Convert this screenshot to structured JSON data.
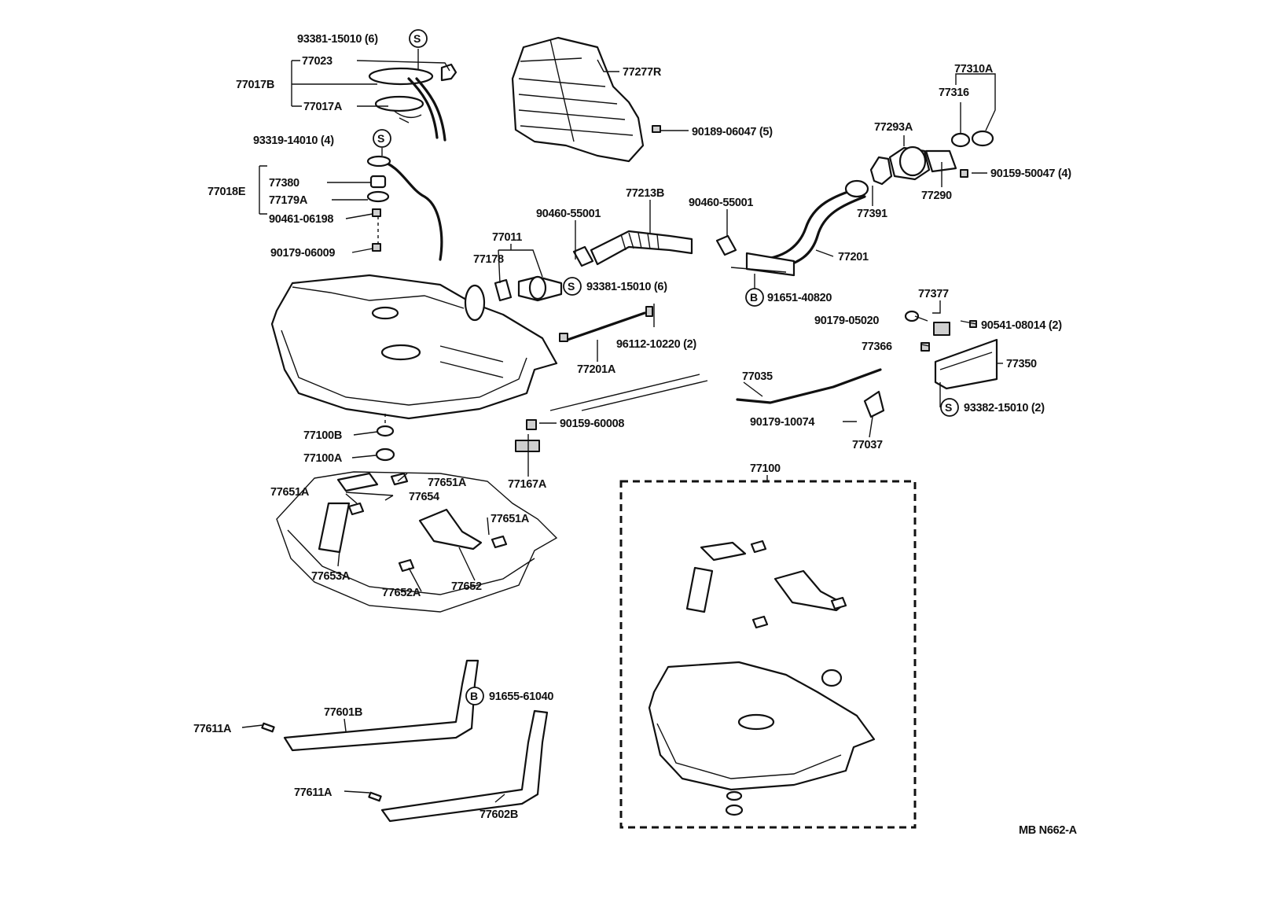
{
  "labels": {
    "p93381_15010_6_top": "93381-15010 (6)",
    "p77023": "77023",
    "p77017B": "77017B",
    "p77017A": "77017A",
    "p93319_14010_4": "93319-14010 (4)",
    "p77018E": "77018E",
    "p77380": "77380",
    "p77179A": "77179A",
    "p90461_06198": "90461-06198",
    "p90179_06009": "90179-06009",
    "p77277R": "77277R",
    "p90189_06047_5": "90189-06047 (5)",
    "p77310A": "77310A",
    "p77316": "77316",
    "p77293A": "77293A",
    "p90159_50047_4": "90159-50047 (4)",
    "p77290": "77290",
    "p77391": "77391",
    "p77213B": "77213B",
    "p90460_55001_left": "90460-55001",
    "p90460_55001_right": "90460-55001",
    "p77011": "77011",
    "p77178": "77178",
    "p93381_15010_6_mid": "93381-15010 (6)",
    "p77201": "77201",
    "p91651_40820": "91651-40820",
    "p77377": "77377",
    "p90179_05020": "90179-05020",
    "p90541_08014_2": "90541-08014 (2)",
    "p77366": "77366",
    "p77350": "77350",
    "p93382_15010_2": "93382-15010 (2)",
    "p96112_10220_2": "96112-10220 (2)",
    "p77201A": "77201A",
    "p77035": "77035",
    "p90179_10074": "90179-10074",
    "p77037": "77037",
    "p90159_60008": "90159-60008",
    "p77167A": "77167A",
    "p77100B": "77100B",
    "p77100A": "77100A",
    "p77651A_a": "77651A",
    "p77651A_b": "77651A",
    "p77654": "77654",
    "p77651A_c": "77651A",
    "p77653A": "77653A",
    "p77652A": "77652A",
    "p77652": "77652",
    "p77100": "77100",
    "p91655_61040": "91655-61040",
    "p77601B": "77601B",
    "p77611A_a": "77611A",
    "p77611A_b": "77611A",
    "p77602B": "77602B",
    "drawing_code": "MB  N662-A"
  },
  "symbols": {
    "s": "S",
    "b": "B"
  }
}
